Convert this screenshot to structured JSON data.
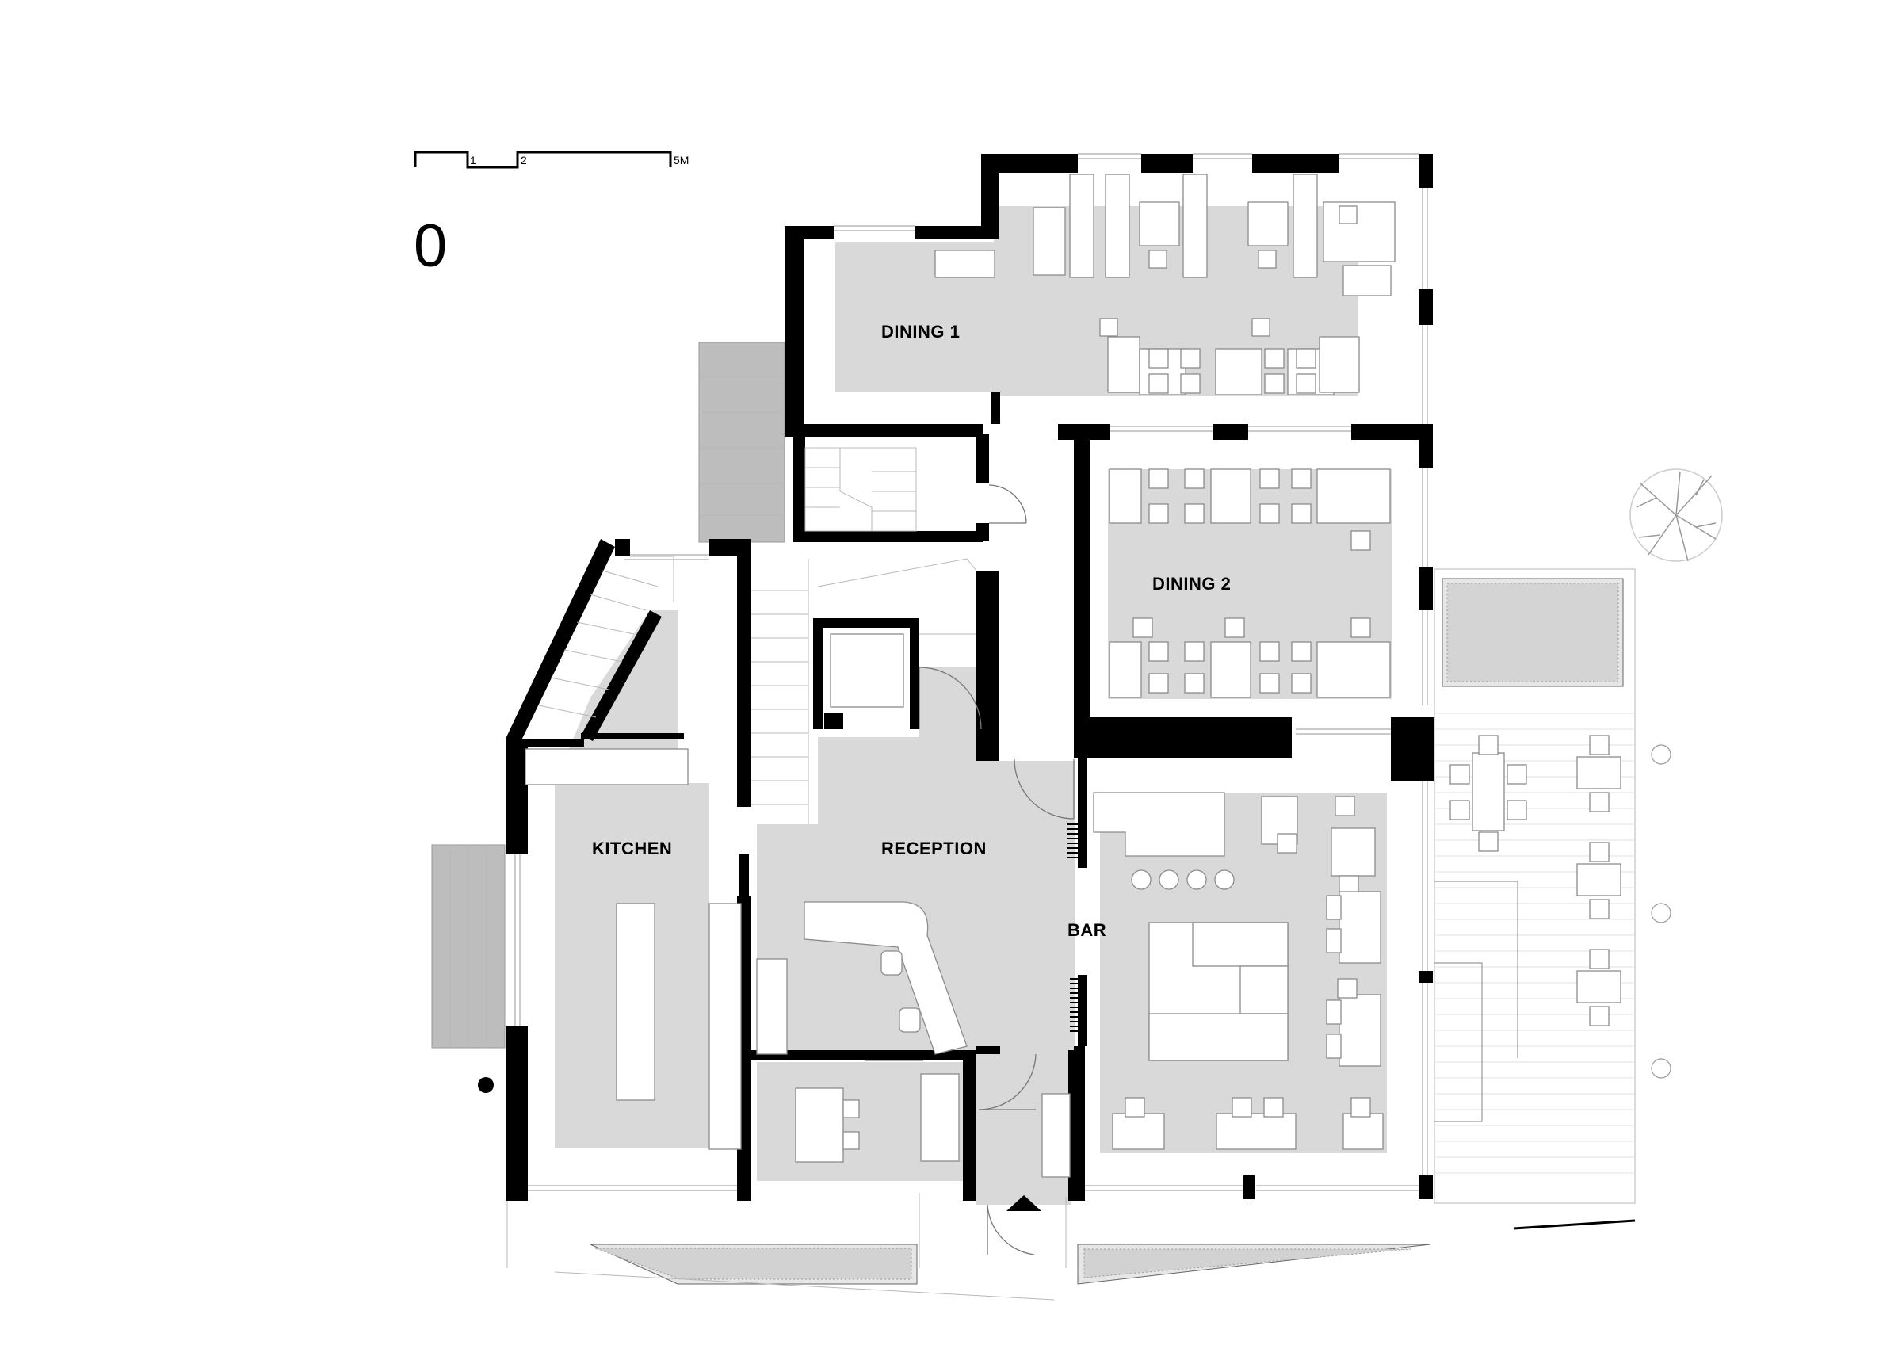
{
  "level": "0",
  "scale_bar": {
    "ticks": [
      "1",
      "2",
      "5M"
    ]
  },
  "rooms": {
    "dining1": "DINING 1",
    "dining2": "DINING 2",
    "kitchen": "KITCHEN",
    "reception": "RECEPTION",
    "bar": "BAR"
  }
}
